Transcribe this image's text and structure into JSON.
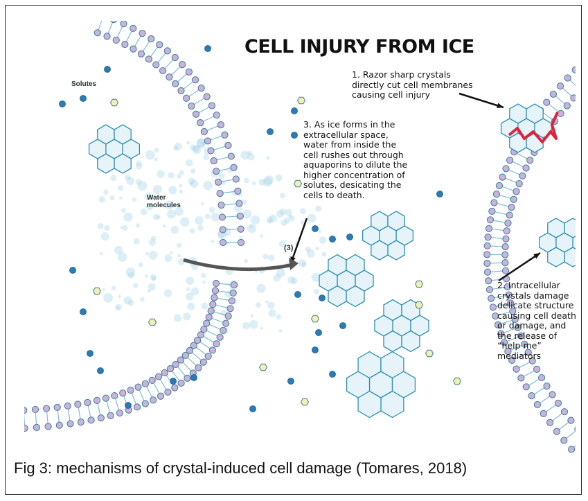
{
  "title": "CELL INJURY FROM ICE",
  "annotations": {
    "a1": "1. Razor sharp crystals\ndirectly cut cell membranes\ncausing cell injury",
    "a2": "2. Intracellular\ncrystals damage\ndelicate structure\ncausing cell death\nor damage, and\nthe release of\n“help me”\nmediators",
    "a3": "3. As ice forms in the\nextracellular space,\nwater from inside the\ncell rushes out through\naquaporins to dilute the\nhigher concentration of\nsolutes, desicating the\ncells to death.",
    "marker3": "(3)",
    "solutes": "Solutes",
    "water": "Water\nmolecules"
  },
  "caption": "Fig 3: mechanisms of crystal-induced cell damage (Tomares, 2018)",
  "colors": {
    "membrane_head": "#c9b3dc",
    "membrane_outline": "#3a7f9a",
    "tail": "#7fbcd2",
    "crystal": "#2f8fb4",
    "crystal_fill": "#e6f4fa",
    "cut_line": "#e0223a",
    "arrow": "#111111",
    "solute_blue": "#2a7cb8",
    "solute_yellow": "#f3efb0"
  }
}
